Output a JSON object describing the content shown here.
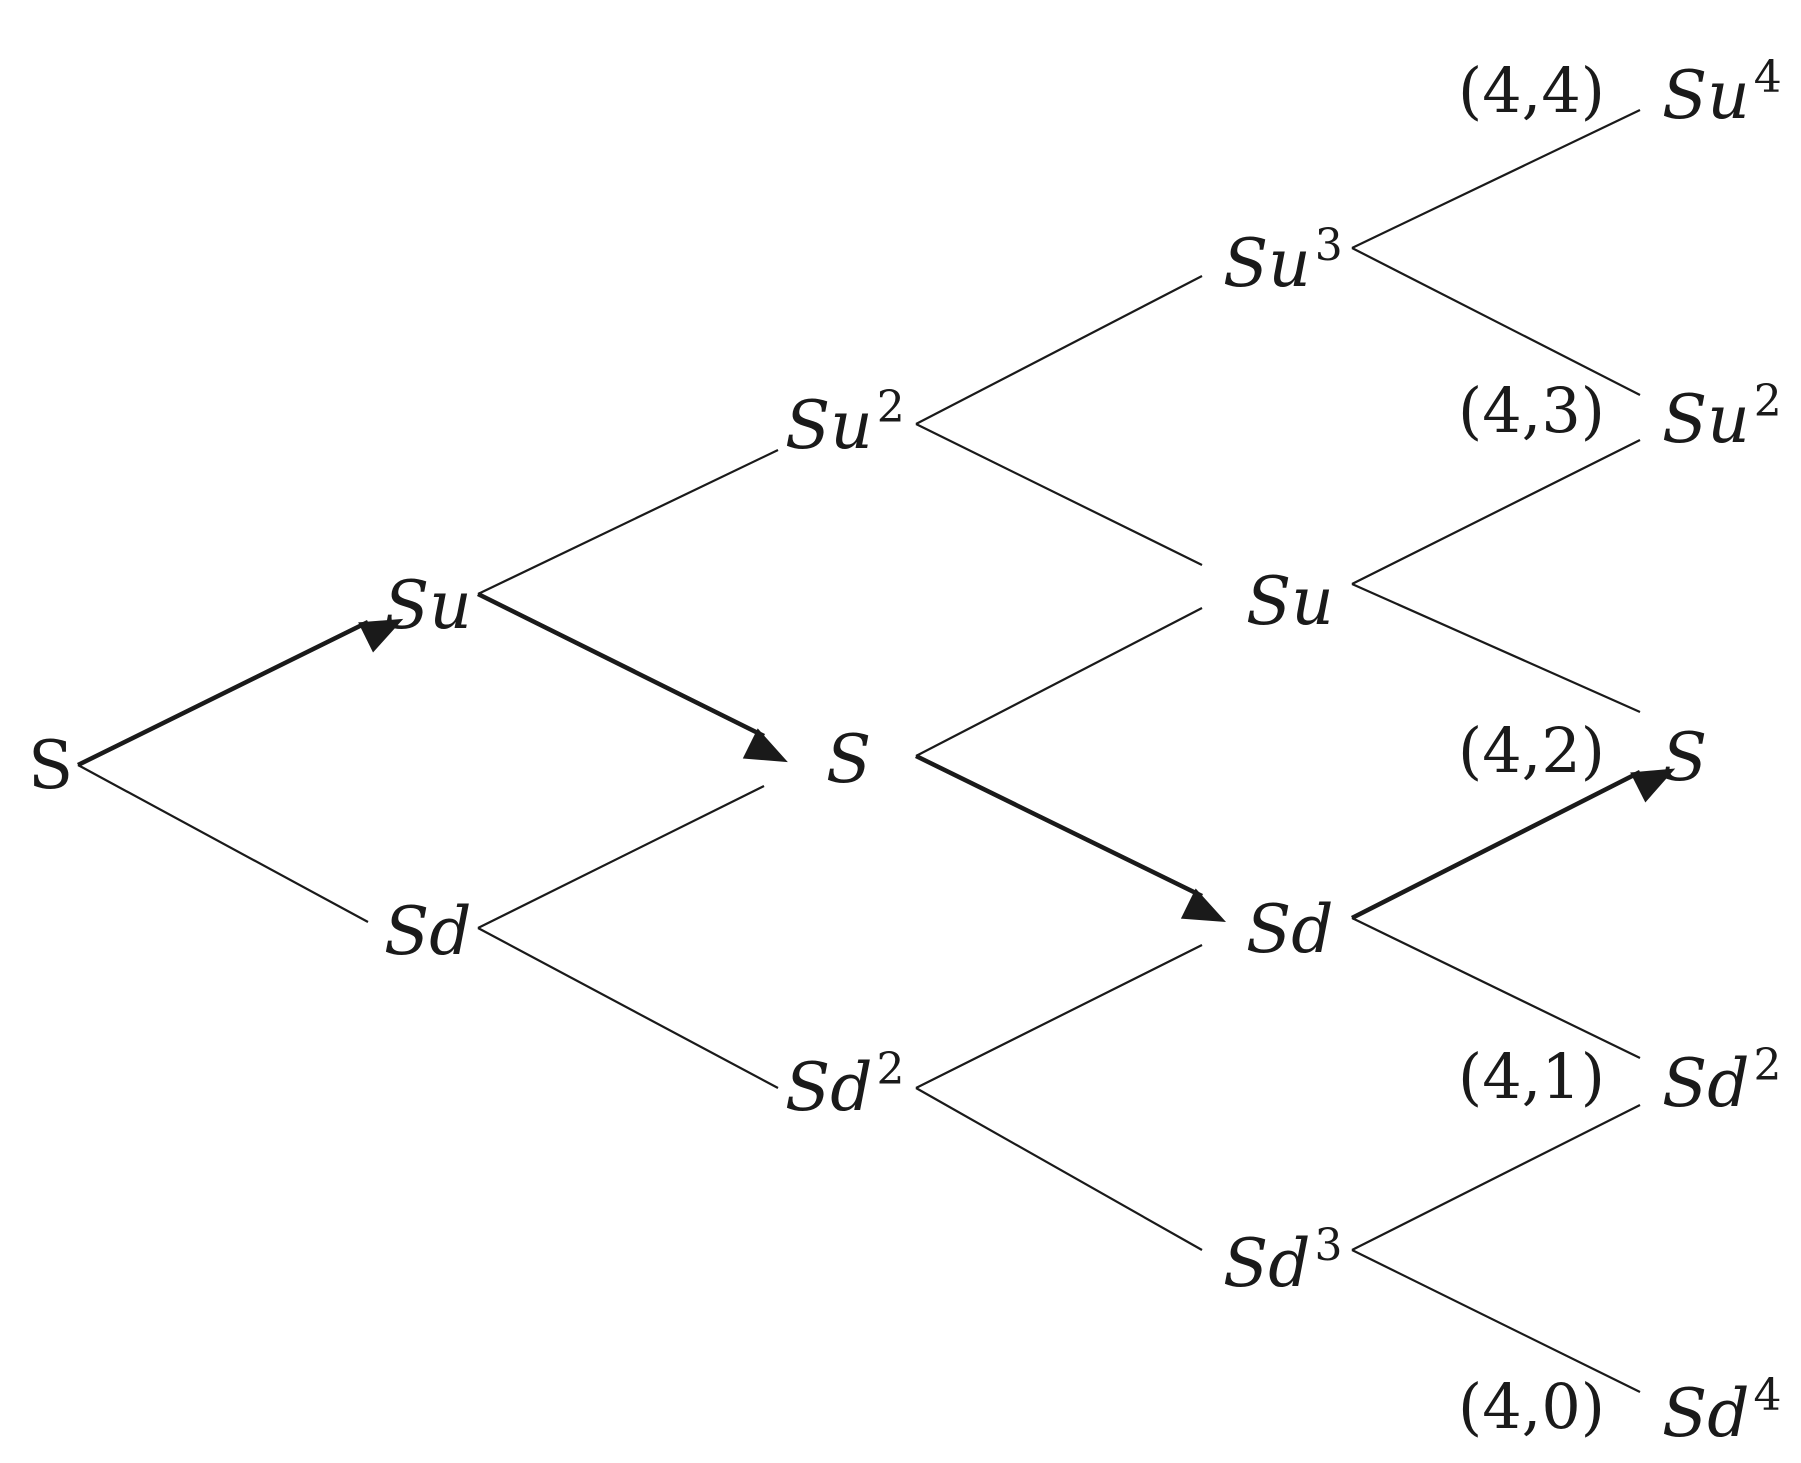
{
  "diagram": {
    "nodes": [
      {
        "id": "n0",
        "base": "S",
        "exp": "",
        "italic": false
      },
      {
        "id": "n1u",
        "base": "Su",
        "exp": ""
      },
      {
        "id": "n1d",
        "base": "Sd",
        "exp": ""
      },
      {
        "id": "n2u",
        "base": "Su",
        "exp": "2"
      },
      {
        "id": "n2m",
        "base": "S",
        "exp": ""
      },
      {
        "id": "n2d",
        "base": "Sd",
        "exp": "2"
      },
      {
        "id": "n3uu",
        "base": "Su",
        "exp": "3"
      },
      {
        "id": "n3u",
        "base": "Su",
        "exp": ""
      },
      {
        "id": "n3d",
        "base": "Sd",
        "exp": ""
      },
      {
        "id": "n3dd",
        "base": "Sd",
        "exp": "3"
      },
      {
        "id": "n4a",
        "base": "Su",
        "exp": "4"
      },
      {
        "id": "n4b",
        "base": "Su",
        "exp": "2"
      },
      {
        "id": "n4c",
        "base": "S",
        "exp": ""
      },
      {
        "id": "n4d",
        "base": "Sd",
        "exp": "2"
      },
      {
        "id": "n4e",
        "base": "Sd",
        "exp": "4"
      }
    ],
    "terminal_labels": [
      {
        "node": "n4a",
        "text": "(4,4)"
      },
      {
        "node": "n4b",
        "text": "(4,3)"
      },
      {
        "node": "n4c",
        "text": "(4,2)"
      },
      {
        "node": "n4d",
        "text": "(4,1)"
      },
      {
        "node": "n4e",
        "text": "(4,0)"
      }
    ],
    "edges": [
      {
        "from": "n0",
        "to": "n1u",
        "highlighted": true
      },
      {
        "from": "n0",
        "to": "n1d",
        "highlighted": false
      },
      {
        "from": "n1u",
        "to": "n2u",
        "highlighted": false
      },
      {
        "from": "n1u",
        "to": "n2m",
        "highlighted": true
      },
      {
        "from": "n1d",
        "to": "n2m",
        "highlighted": false
      },
      {
        "from": "n1d",
        "to": "n2d",
        "highlighted": false
      },
      {
        "from": "n2u",
        "to": "n3uu",
        "highlighted": false
      },
      {
        "from": "n2u",
        "to": "n3u",
        "highlighted": false
      },
      {
        "from": "n2m",
        "to": "n3u",
        "highlighted": false
      },
      {
        "from": "n2m",
        "to": "n3d",
        "highlighted": true
      },
      {
        "from": "n2d",
        "to": "n3d",
        "highlighted": false
      },
      {
        "from": "n2d",
        "to": "n3dd",
        "highlighted": false
      },
      {
        "from": "n3uu",
        "to": "n4a",
        "highlighted": false
      },
      {
        "from": "n3uu",
        "to": "n4b",
        "highlighted": false
      },
      {
        "from": "n3u",
        "to": "n4b",
        "highlighted": false
      },
      {
        "from": "n3u",
        "to": "n4c",
        "highlighted": false
      },
      {
        "from": "n3d",
        "to": "n4c",
        "highlighted": true
      },
      {
        "from": "n3d",
        "to": "n4d",
        "highlighted": false
      },
      {
        "from": "n3dd",
        "to": "n4d",
        "highlighted": false
      },
      {
        "from": "n3dd",
        "to": "n4e",
        "highlighted": false
      }
    ],
    "colors": {
      "ink": "#1a1a1a",
      "background": "#ffffff"
    }
  }
}
